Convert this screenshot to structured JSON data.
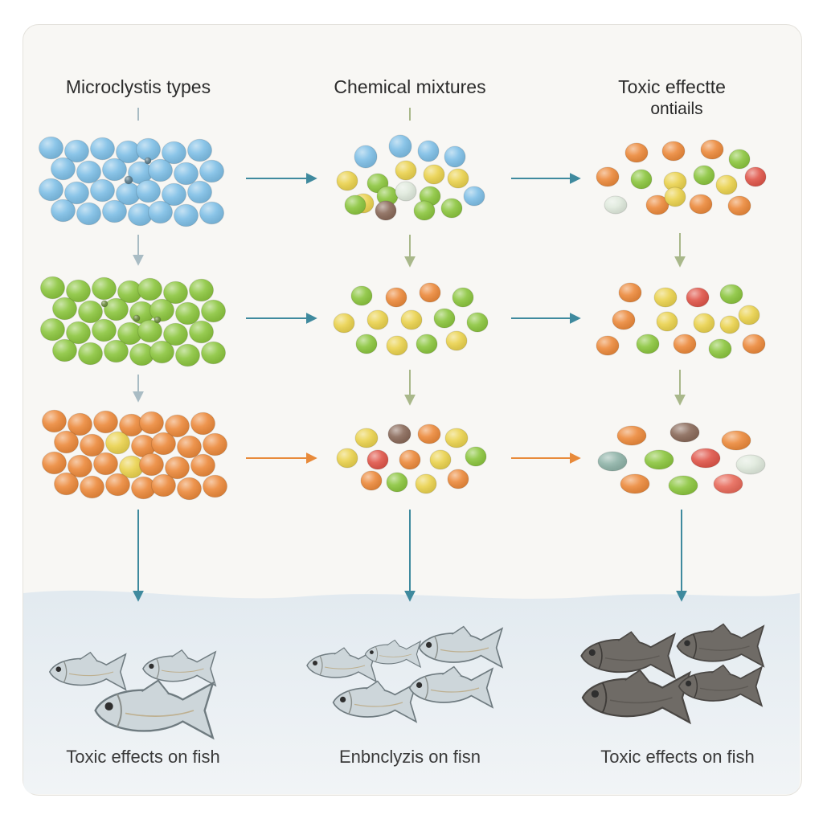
{
  "columns": [
    {
      "title": "Microclystis types",
      "subtitle": "",
      "footer": "Toxic effects on fish"
    },
    {
      "title": "Chemical mixtures",
      "subtitle": "",
      "footer": "Enbnclyzis on fisn"
    },
    {
      "title": "Toxic effectte",
      "subtitle": "ontiails",
      "footer": "Toxic effects on fish"
    }
  ],
  "palette": {
    "blue": "#7fbfe6",
    "green": "#8cc63f",
    "orange": "#ec8a3c",
    "yellow": "#ead24e",
    "red": "#e0564a",
    "brown": "#8a6a5a",
    "pale": "#dfe9dc",
    "arrow_teal": "#3f8a9e",
    "arrow_orange": "#e88a3a",
    "arrow_sage": "#a9b88a",
    "water": "#e6edf2",
    "fish_light": "#cdd6da",
    "fish_dark": "#6f6b66"
  }
}
